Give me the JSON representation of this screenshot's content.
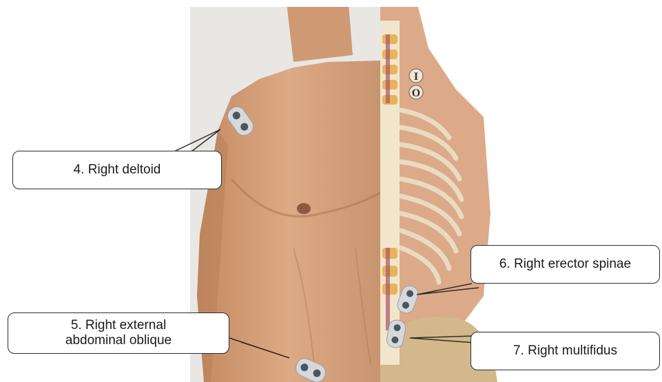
{
  "labels": {
    "deltoid": "4. Right deltoid",
    "ext_oblique_line1": "5. Right external",
    "ext_oblique_line2": "abdominal oblique",
    "erector": "6. Right erector spinae",
    "multifidus": "7. Right multifidus"
  },
  "spine_markers": {
    "insertion": "I",
    "origin": "O"
  },
  "colors": {
    "skin": "#d9a47e",
    "skin_shadow": "#b7805c",
    "bone": "#e8dcc0",
    "vertebra": "#e7b45a",
    "electrode": "#d6d8dc"
  }
}
